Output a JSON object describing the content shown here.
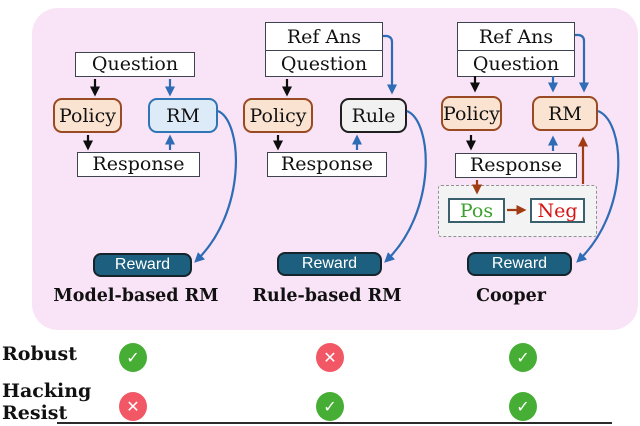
{
  "panels": [
    {
      "caption": "Model-based RM",
      "question": "Question",
      "policy": "Policy",
      "evaluator": "RM",
      "response": "Response",
      "reward": "Reward"
    },
    {
      "caption": "Rule-based RM",
      "ref_ans": "Ref Ans",
      "question": "Question",
      "policy": "Policy",
      "evaluator": "Rule",
      "response": "Response",
      "reward": "Reward"
    },
    {
      "caption": "Cooper",
      "ref_ans": "Ref Ans",
      "question": "Question",
      "policy": "Policy",
      "evaluator": "RM",
      "response": "Response",
      "pos": "Pos",
      "neg": "Neg",
      "reward": "Reward"
    }
  ],
  "comparison": {
    "rows": [
      {
        "label_lines": [
          "Robust"
        ],
        "values": [
          "check",
          "cross",
          "check"
        ]
      },
      {
        "label_lines": [
          "Hacking",
          "Resist"
        ],
        "values": [
          "cross",
          "check",
          "check"
        ]
      }
    ]
  },
  "icons": {
    "check": "✓",
    "cross": "✕"
  },
  "colors": {
    "panel_bg": "#f9e3f6",
    "box_border": "#3d4450",
    "policy_bg": "#fbe3d1",
    "policy_border": "#9a4a22",
    "rm_blue_bg": "#dcebf7",
    "rm_blue_border": "#2f74b5",
    "rule_bg": "#f1f1f1",
    "rule_border": "#1f1f1f",
    "reward_bg": "#1d5f7e",
    "reward_border": "#15232b",
    "arrow_blue": "#2e6cb5",
    "arrow_black": "#0d0d0d",
    "arrow_brown": "#a03c14",
    "pos_text": "#3ba12b",
    "neg_text": "#d61313",
    "posneg_border": "#39606c",
    "dashed_border": "#909090",
    "dashed_bg": "#f3f3f3",
    "check_bg": "#46ae35",
    "cross_bg": "#f15765",
    "bottom_rule": "#2a2a2a"
  }
}
